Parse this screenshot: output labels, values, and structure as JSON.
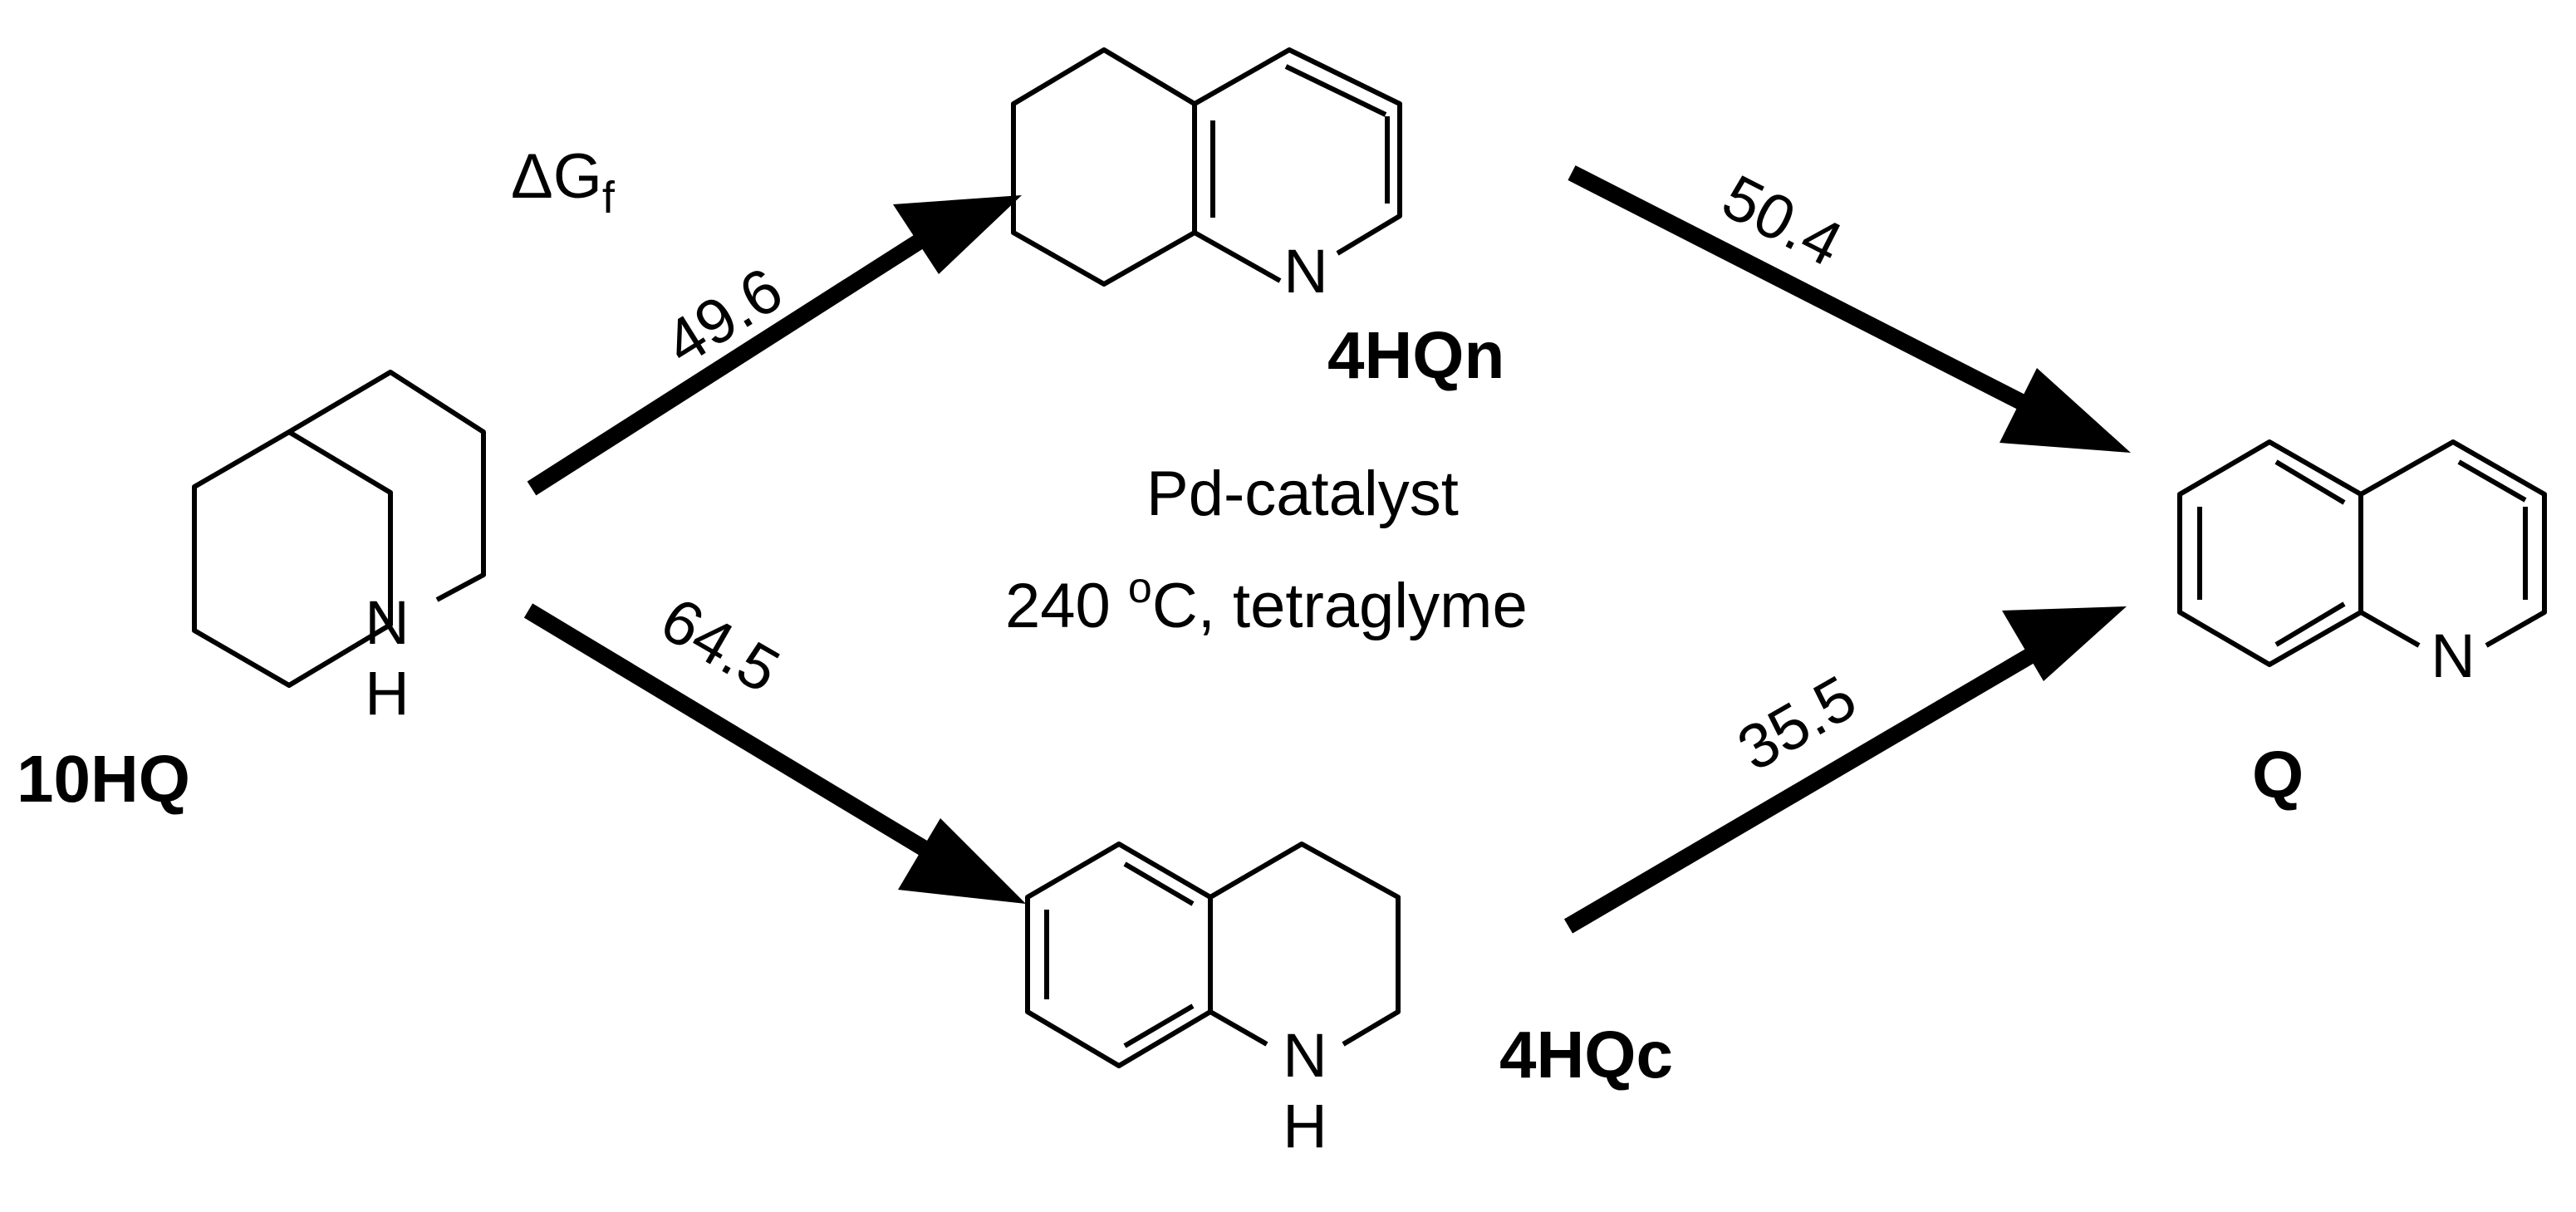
{
  "energy_label": {
    "delta": "ΔG",
    "sub": "f"
  },
  "conditions": {
    "catalyst": "Pd-catalyst",
    "temp_value": "240 ",
    "temp_sup": "o",
    "temp_rest": "C, tetraglyme"
  },
  "compounds": {
    "c10hq": {
      "label": "10HQ",
      "n": "N",
      "h": "H"
    },
    "c4hqn": {
      "label": "4HQn",
      "n": "N"
    },
    "c4hqc": {
      "label": "4HQc",
      "n": "N",
      "h": "H"
    },
    "cq": {
      "label": "Q",
      "n": "N"
    }
  },
  "steps": {
    "s10hq_4hqn": "49.6",
    "s10hq_4hqc": "64.5",
    "s4hqn_q": "50.4",
    "s4hqc_q": "35.5"
  }
}
